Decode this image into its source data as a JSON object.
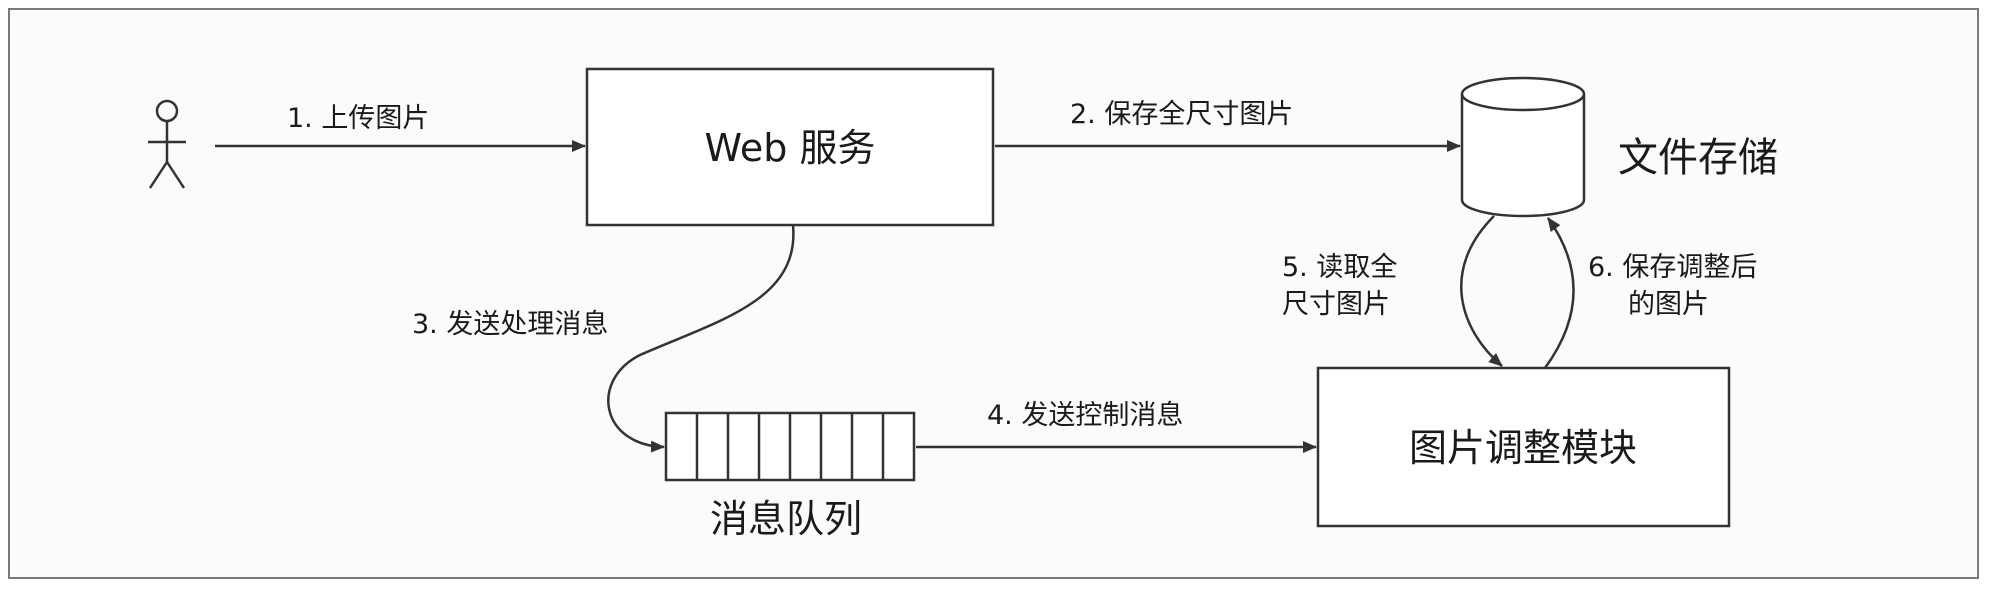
{
  "nodes": {
    "user": {
      "label": ""
    },
    "web_service": {
      "label": "Web 服务"
    },
    "file_storage": {
      "label": "文件存储"
    },
    "message_queue": {
      "label": "消息队列"
    },
    "image_resize_module": {
      "label": "图片调整模块"
    }
  },
  "edges": {
    "upload": {
      "label": "1. 上传图片"
    },
    "save_full": {
      "label": "2. 保存全尺寸图片"
    },
    "send_processing": {
      "label": "3. 发送处理消息"
    },
    "send_control": {
      "label": "4. 发送控制消息"
    },
    "read_full": {
      "line1": "5. 读取全",
      "line2": "尺寸图片"
    },
    "save_resized": {
      "line1": "6. 保存调整后",
      "line2": "的图片"
    }
  }
}
